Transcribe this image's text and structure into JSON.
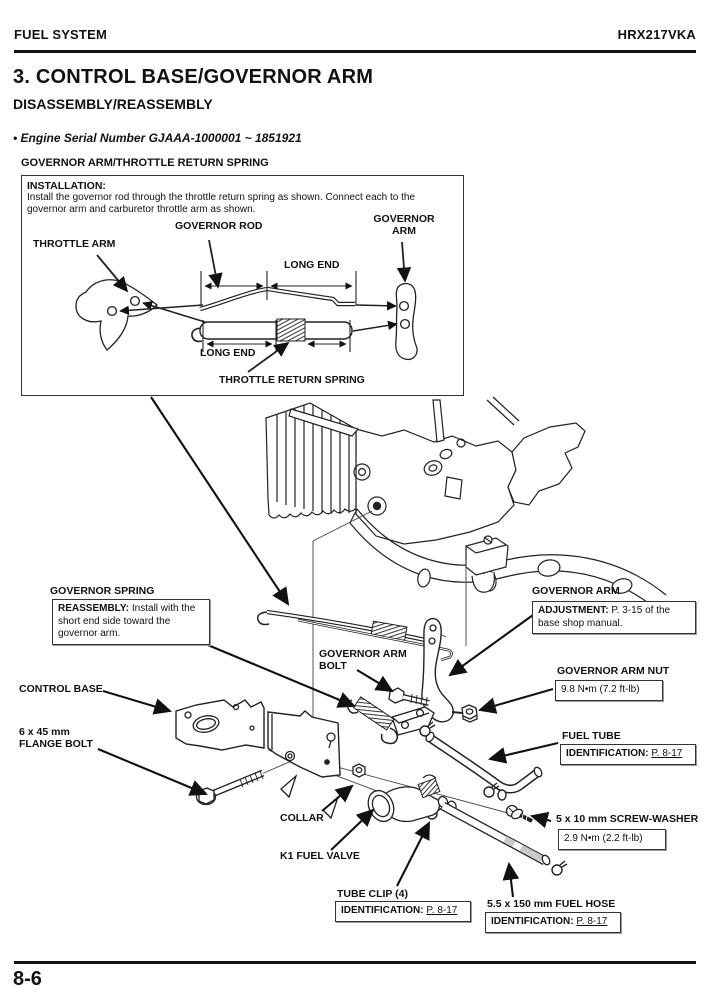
{
  "header": {
    "section": "FUEL SYSTEM",
    "model": "HRX217VKA"
  },
  "title": "3. CONTROL BASE/GOVERNOR ARM",
  "subtitle": "DISASSEMBLY/REASSEMBLY",
  "serial_note": "• Engine Serial Number GJAAA-1000001 ~ 1851921",
  "installation": {
    "heading": "GOVERNOR ARM/THROTTLE RETURN SPRING",
    "note_title": "INSTALLATION:",
    "body_line1": "Install the governor rod through the throttle return spring as shown. Connect each to the",
    "body_line2": "governor arm and carburetor throttle arm as shown.",
    "labels": {
      "throttle_arm": "THROTTLE ARM",
      "governor_rod": "GOVERNOR ROD",
      "governor_arm": "GOVERNOR\nARM",
      "long_end_top": "LONG END",
      "long_end_bottom": "LONG END",
      "throttle_return_spring": "THROTTLE RETURN SPRING"
    }
  },
  "callouts": {
    "governor_spring": {
      "label": "GOVERNOR SPRING",
      "note_title": "REASSEMBLY:",
      "note_body": " Install with the short end side toward the governor arm."
    },
    "governor_arm": {
      "label": "GOVERNOR ARM",
      "note_title": "ADJUSTMENT:",
      "note_body": " P. 3-15 of the base shop manual."
    },
    "governor_arm_bolt": {
      "label": "GOVERNOR ARM\nBOLT"
    },
    "governor_arm_nut": {
      "label": "GOVERNOR ARM NUT",
      "torque": "9.8 N•m (7.2 ft-lb)"
    },
    "control_base": {
      "label": "CONTROL BASE"
    },
    "flange_bolt": {
      "label": "6 x 45 mm\nFLANGE BOLT"
    },
    "fuel_tube": {
      "label": "FUEL TUBE",
      "id_label": "IDENTIFICATION:",
      "id_page": "P. 8-17"
    },
    "collar": {
      "label": "COLLAR"
    },
    "fuel_valve": {
      "label": "K1 FUEL VALVE"
    },
    "screw_washer": {
      "label": "5 x 10 mm SCREW-WASHER",
      "torque": "2.9 N•m (2.2 ft-lb)"
    },
    "tube_clip": {
      "label": "TUBE CLIP (4)",
      "id_label": "IDENTIFICATION:",
      "id_page": "P. 8-17"
    },
    "fuel_hose": {
      "label": "5.5 x 150 mm FUEL HOSE",
      "id_label": "IDENTIFICATION:",
      "id_page": "P. 8-17"
    }
  },
  "footer": {
    "page_number": "8-6"
  }
}
